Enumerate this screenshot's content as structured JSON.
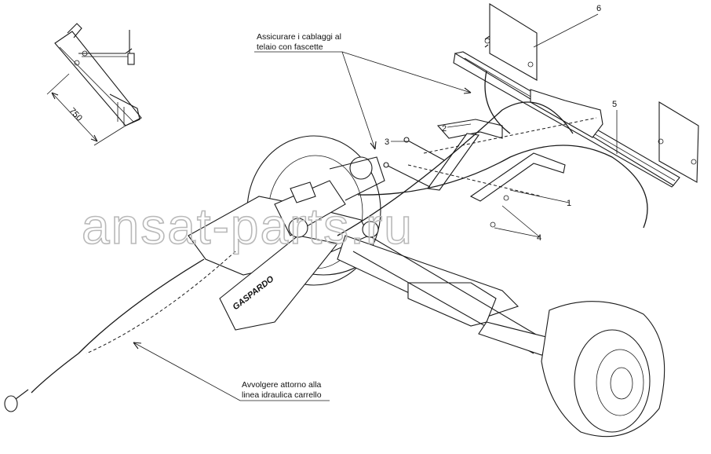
{
  "callouts": [
    "1",
    "2",
    "3",
    "4",
    "5",
    "6"
  ],
  "notes": {
    "top_line1": "Assicurare i cablaggi al",
    "top_line2": "telaio con fascette",
    "bottom_line1": "Avvolgere attorno alla",
    "bottom_line2": "linea idraulica carrello"
  },
  "dimension": "750",
  "brand_on_frame": "GASPARDO",
  "watermark": "ansat-parts.ru"
}
